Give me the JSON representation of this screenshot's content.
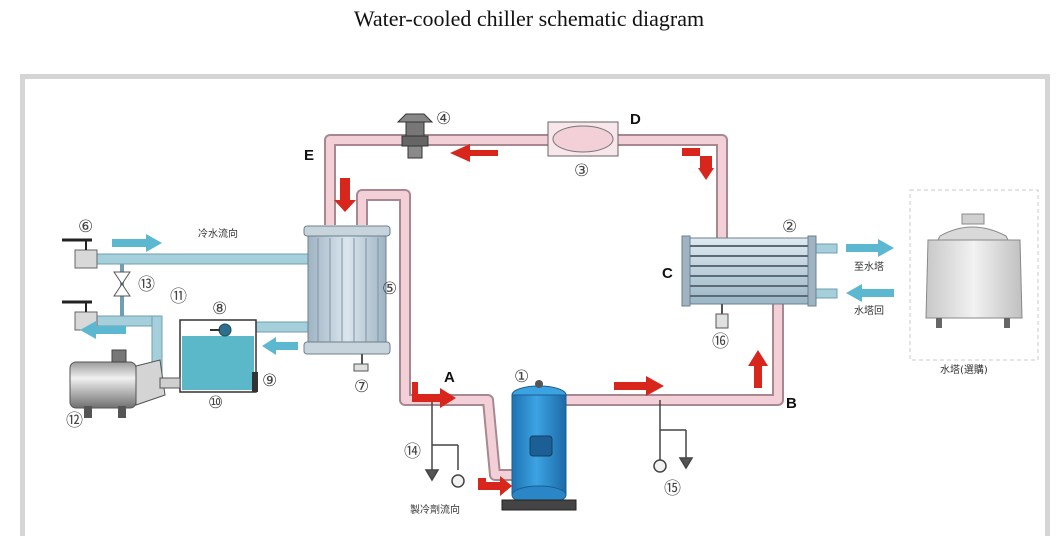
{
  "title": "Water-cooled chiller schematic diagram",
  "point_labels": {
    "A": "A",
    "B": "B",
    "C": "C",
    "D": "D",
    "E": "E"
  },
  "component_numbers": {
    "n1": "①",
    "n2": "②",
    "n3": "③",
    "n4": "④",
    "n5": "⑤",
    "n6": "⑥",
    "n7": "⑦",
    "n8": "⑧",
    "n9": "⑨",
    "n10": "⑩",
    "n11": "⑪",
    "n12": "⑫",
    "n13": "⑬",
    "n14": "⑭",
    "n15": "⑮",
    "n16": "⑯"
  },
  "flow_texts": {
    "chilled_water_direction": "冷水流向",
    "to_tower": "至水塔",
    "tower_return": "水塔回",
    "cooling_tower": "水塔(選購)",
    "refrigerant_direction": "製冷劑流向"
  },
  "colors": {
    "refrigerant_pipe": "#f3d0d8",
    "refrigerant_pipe_edge": "#a88890",
    "water_pipe": "#a6cfdc",
    "water_pipe_edge": "#6f9fb0",
    "flow_arrow": "#d8261c",
    "water_arrow": "#5bb8d0",
    "compressor": "#2a8ed0",
    "tank_water": "#5ab8c8",
    "cooling_tower_fill": "#dcdcdc"
  }
}
